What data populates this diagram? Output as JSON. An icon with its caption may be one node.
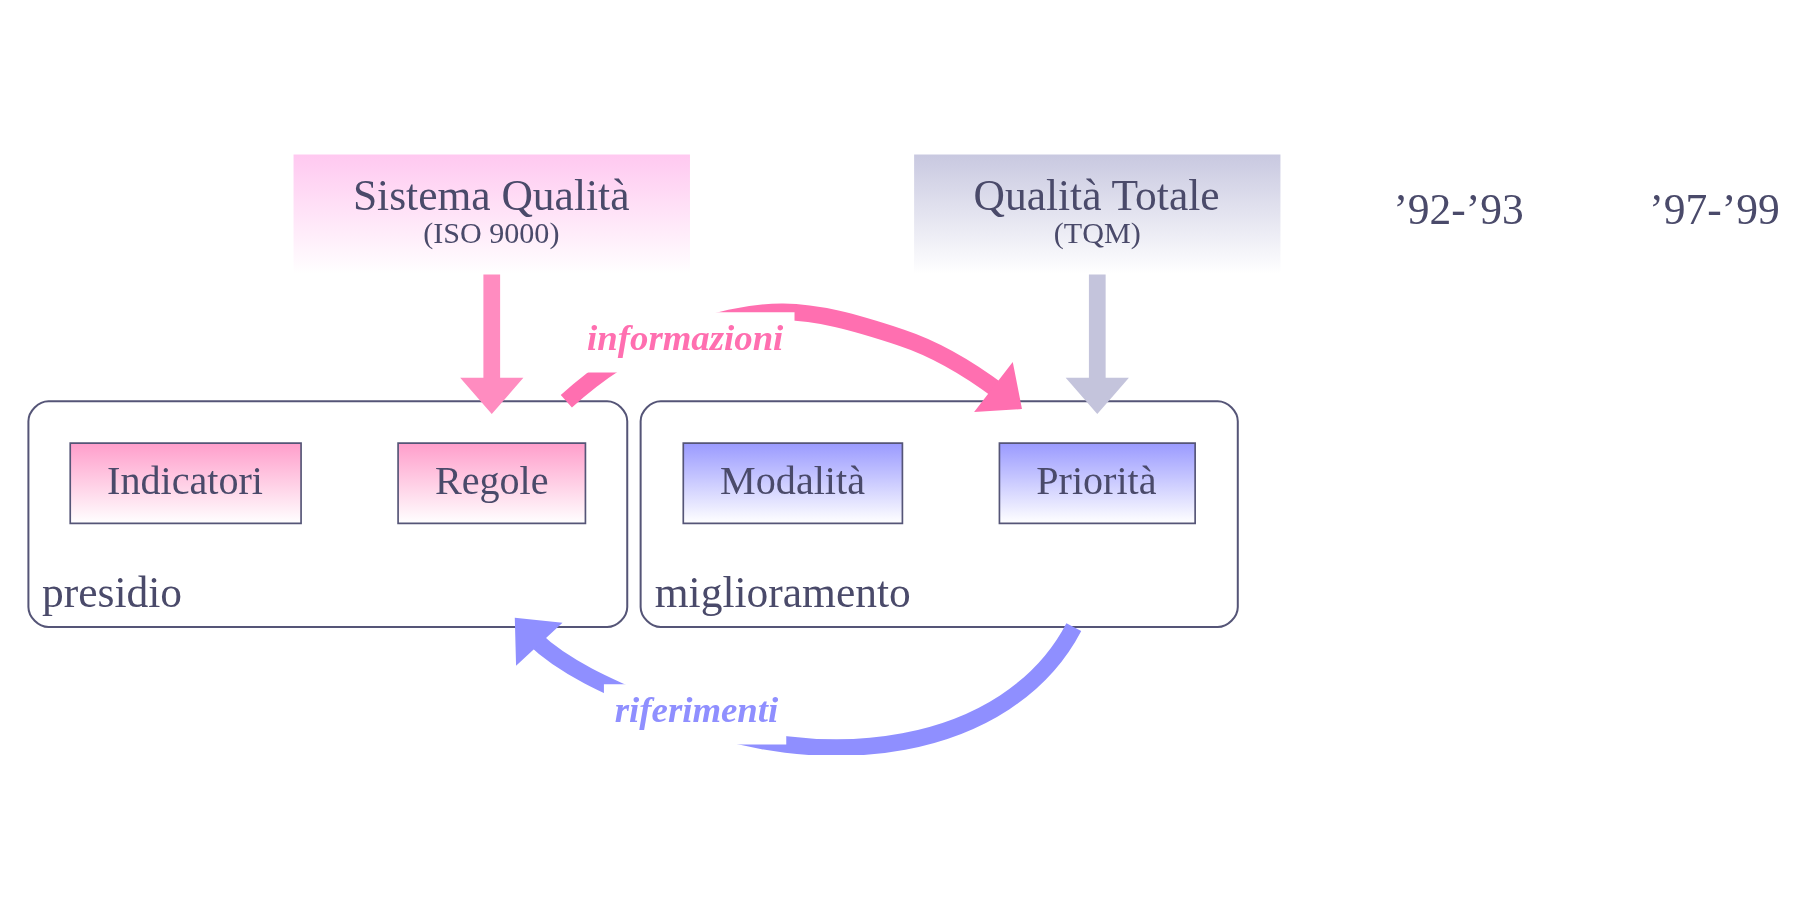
{
  "diagram": {
    "nodes": [
      {
        "text": [
          "Sistema Qualità",
          "(ISO 9000)"
        ]
      },
      {
        "text": [
          "Qualità Totale",
          "(TQM)"
        ]
      },
      {
        "text": [
          "presidio"
        ]
      },
      {
        "text": [
          "Regole"
        ],
        "in": 2
      },
      {
        "text": [
          "Indicatori"
        ],
        "in": 2
      },
      {
        "text": [
          "miglioramento"
        ]
      },
      {
        "text": [
          "Priorità"
        ],
        "in": 5
      },
      {
        "text": [
          "Modalità"
        ],
        "in": 5
      }
    ],
    "edges": [
      {
        "from": 0,
        "to": 2,
        "arrow": "to",
        "color": "#ff8cc0"
      },
      {
        "from": 1,
        "to": 5,
        "arrow": "to",
        "color": "#c4c4dc"
      },
      {
        "from": 2,
        "to": 5,
        "label": "informazioni",
        "arrow": "to",
        "color": "#ff6fb0"
      },
      {
        "from": 5,
        "to": 2,
        "label": "riferimenti",
        "arrow": "to",
        "color": "#8f8fff"
      }
    ],
    "labels": [
      "’92-’93",
      "’97-’99"
    ]
  }
}
